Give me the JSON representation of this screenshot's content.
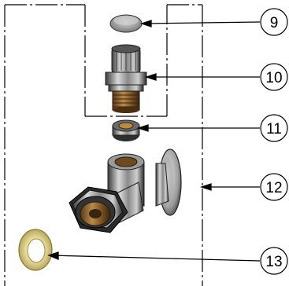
{
  "callouts": [
    {
      "id": "9",
      "part": "cap"
    },
    {
      "id": "10",
      "part": "stem-cartridge"
    },
    {
      "id": "11",
      "part": "nut"
    },
    {
      "id": "12",
      "part": "angle-valve-body"
    },
    {
      "id": "13",
      "part": "washer"
    }
  ]
}
